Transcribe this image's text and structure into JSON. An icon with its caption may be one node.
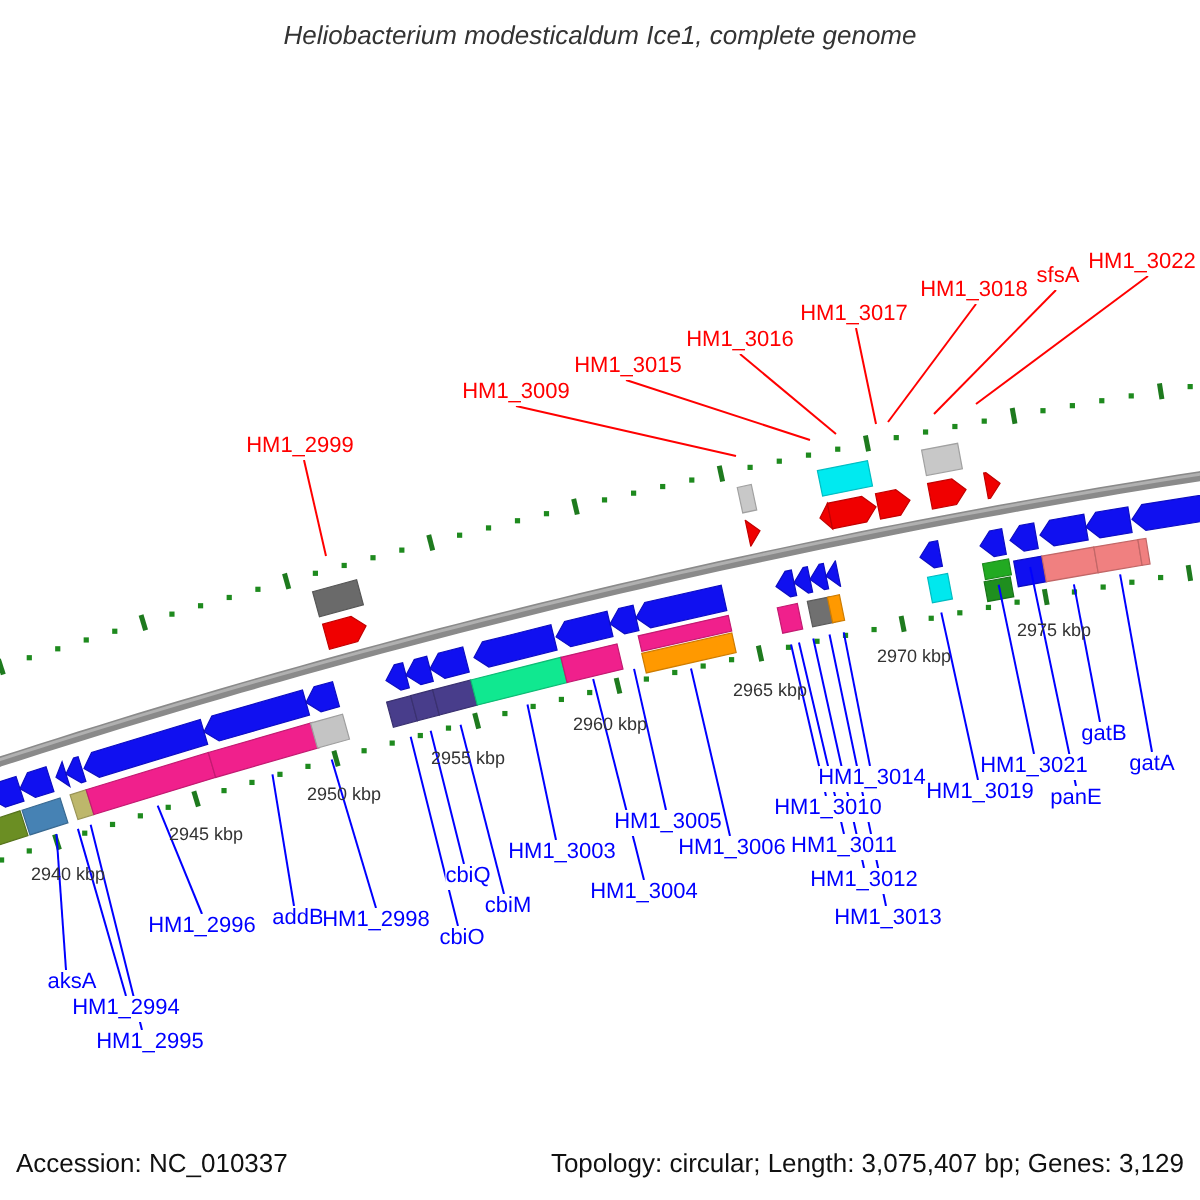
{
  "diagram": {
    "title": "Heliobacterium modesticaldum Ice1, complete genome",
    "nodes": [
      {
        "text": [
          "HM1_2999"
        ]
      },
      {
        "text": [
          "HM1_3009"
        ]
      },
      {
        "text": [
          "HM1_3015"
        ]
      },
      {
        "text": [
          "HM1_3016"
        ]
      },
      {
        "text": [
          "HM1_3017"
        ]
      },
      {
        "text": [
          "HM1_3018"
        ]
      },
      {
        "text": [
          "sfsA"
        ]
      },
      {
        "text": [
          "HM1_3022"
        ]
      },
      {
        "text": [
          "aksA"
        ]
      },
      {
        "text": [
          "HM1_2994"
        ]
      },
      {
        "text": [
          "HM1_2995"
        ]
      },
      {
        "text": [
          "HM1_2996"
        ]
      },
      {
        "text": [
          "addB"
        ]
      },
      {
        "text": [
          "HM1_2998"
        ]
      },
      {
        "text": [
          "cbiO"
        ]
      },
      {
        "text": [
          "cbiQ"
        ]
      },
      {
        "text": [
          "cbiM"
        ]
      },
      {
        "text": [
          "HM1_3003"
        ]
      },
      {
        "text": [
          "HM1_3004"
        ]
      },
      {
        "text": [
          "HM1_3005"
        ]
      },
      {
        "text": [
          "HM1_3006"
        ]
      },
      {
        "text": [
          "HM1_3010"
        ]
      },
      {
        "text": [
          "HM1_3011"
        ]
      },
      {
        "text": [
          "HM1_3012"
        ]
      },
      {
        "text": [
          "HM1_3013"
        ]
      },
      {
        "text": [
          "HM1_3014"
        ]
      },
      {
        "text": [
          "HM1_3019"
        ]
      },
      {
        "text": [
          "HM1_3021"
        ]
      },
      {
        "text": [
          "panE"
        ]
      },
      {
        "text": [
          "gatB"
        ]
      },
      {
        "text": [
          "gatA"
        ]
      }
    ],
    "edges": [
      {
        "from": 0,
        "to": null,
        "arrow": "none",
        "color": "#ff0000"
      },
      {
        "from": 1,
        "to": null,
        "arrow": "none",
        "color": "#ff0000"
      },
      {
        "from": 2,
        "to": null,
        "arrow": "none",
        "color": "#ff0000"
      },
      {
        "from": 3,
        "to": null,
        "arrow": "none",
        "color": "#ff0000"
      },
      {
        "from": 4,
        "to": null,
        "arrow": "none",
        "color": "#ff0000"
      },
      {
        "from": 5,
        "to": null,
        "arrow": "none",
        "color": "#ff0000"
      },
      {
        "from": 6,
        "to": null,
        "arrow": "none",
        "color": "#ff0000"
      },
      {
        "from": 7,
        "to": null,
        "arrow": "none",
        "color": "#ff0000"
      },
      {
        "from": 8,
        "to": null,
        "arrow": "none"
      },
      {
        "from": 9,
        "to": null,
        "arrow": "none"
      },
      {
        "from": 10,
        "to": null,
        "arrow": "none"
      },
      {
        "from": 11,
        "to": null,
        "arrow": "none"
      },
      {
        "from": 12,
        "to": null,
        "arrow": "none"
      },
      {
        "from": 13,
        "to": null,
        "arrow": "none"
      },
      {
        "from": 14,
        "to": null,
        "arrow": "none"
      },
      {
        "from": 15,
        "to": null,
        "arrow": "none"
      },
      {
        "from": 16,
        "to": null,
        "arrow": "none"
      },
      {
        "from": 17,
        "to": null,
        "arrow": "none"
      },
      {
        "from": 18,
        "to": null,
        "arrow": "none"
      },
      {
        "from": 19,
        "to": null,
        "arrow": "none"
      },
      {
        "from": 20,
        "to": null,
        "arrow": "none"
      },
      {
        "from": 21,
        "to": null,
        "arrow": "none"
      },
      {
        "from": 22,
        "to": null,
        "arrow": "none"
      },
      {
        "from": 23,
        "to": null,
        "arrow": "none"
      },
      {
        "from": 24,
        "to": null,
        "arrow": "none"
      },
      {
        "from": 25,
        "to": null,
        "arrow": "none"
      },
      {
        "from": 26,
        "to": null,
        "arrow": "none"
      },
      {
        "from": 27,
        "to": null,
        "arrow": "none"
      },
      {
        "from": 28,
        "to": null,
        "arrow": "none"
      },
      {
        "from": 29,
        "to": null,
        "arrow": "none"
      },
      {
        "from": 30,
        "to": null,
        "arrow": "none"
      }
    ],
    "labels": [
      "2940 kbp",
      "2945 kbp",
      "2950 kbp",
      "2955 kbp",
      "2960 kbp",
      "2965 kbp",
      "2970 kbp",
      "2975 kbp",
      "Accession: NC_010337",
      "Topology: circular; Length: 3,075,407 bp; Genes: 3,129"
    ]
  }
}
